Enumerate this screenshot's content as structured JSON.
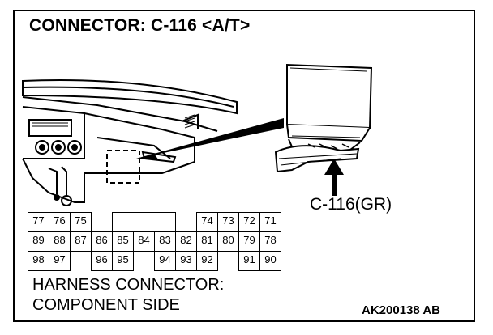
{
  "title": "CONNECTOR: C-116 <A/T>",
  "callout_label": "C-116(GR)",
  "footer": {
    "line1": "HARNESS CONNECTOR:",
    "line2": "COMPONENT SIDE"
  },
  "reference_code": "AK200138 AB",
  "connector_rows": [
    [
      "77",
      "76",
      "75",
      "",
      "",
      "",
      "",
      "",
      "74",
      "73",
      "72",
      "71"
    ],
    [
      "89",
      "88",
      "87",
      "86",
      "85",
      "84",
      "83",
      "82",
      "81",
      "80",
      "79",
      "78"
    ],
    [
      "98",
      "97",
      "",
      "96",
      "95",
      "",
      "94",
      "93",
      "92",
      "",
      "91",
      "90"
    ]
  ],
  "icons": [
    "dashboard-illustration",
    "ecu-module-illustration",
    "pointer-arrow-icon"
  ]
}
